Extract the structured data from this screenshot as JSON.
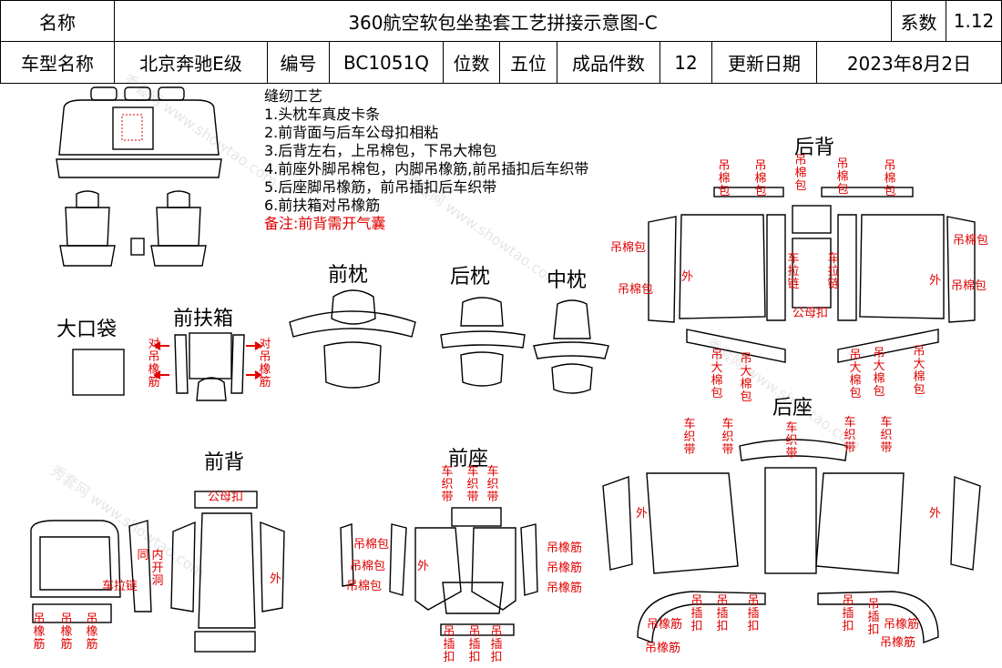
{
  "header": {
    "name_label": "名称",
    "title": "360航空软包坐垫套工艺拼接示意图-C",
    "coef_label": "系数",
    "coef_value": "1.12",
    "model_label": "车型名称",
    "model_value": "北京奔驰E级",
    "code_label": "编号",
    "code_value": "BC1051Q",
    "seats_label": "位数",
    "seats_value": "五位",
    "pieces_label": "成品件数",
    "pieces_value": "12",
    "update_label": "更新日期",
    "update_value": "2023年8月2日"
  },
  "notes": {
    "heading": "缝纫工艺",
    "items": [
      "1.头枕车真皮卡条",
      "2.前背面与后车公母扣相粘",
      "3.后背左右，上吊棉包，下吊大棉包",
      "4.前座外脚吊棉包，内脚吊橡筋,前吊插扣后车织带",
      "5.后座脚吊橡筋，前吊插扣后车织带",
      "6.前扶箱对吊橡筋"
    ],
    "remark": "备注:前背需开气囊"
  },
  "sections": {
    "big_pocket": "大口袋",
    "front_armrest": "前扶箱",
    "front_pillow": "前枕",
    "rear_pillow": "后枕",
    "mid_pillow": "中枕",
    "rear_back": "后背",
    "rear_seat": "后座",
    "front_back": "前背",
    "front_seat": "前座"
  },
  "labels": {
    "hang_elastic_pair": "对吊橡筋",
    "hang_cotton": "吊棉包",
    "hang_big_cotton": "吊大棉包",
    "outer": "外",
    "zipper": "车拉链",
    "snap": "公母扣",
    "webbing": "车织带",
    "elastic": "吊橡筋",
    "buckle": "吊插扣",
    "open_hole": "内开洞",
    "same": "同"
  },
  "watermark": "秀套网 www.showtao.com"
}
